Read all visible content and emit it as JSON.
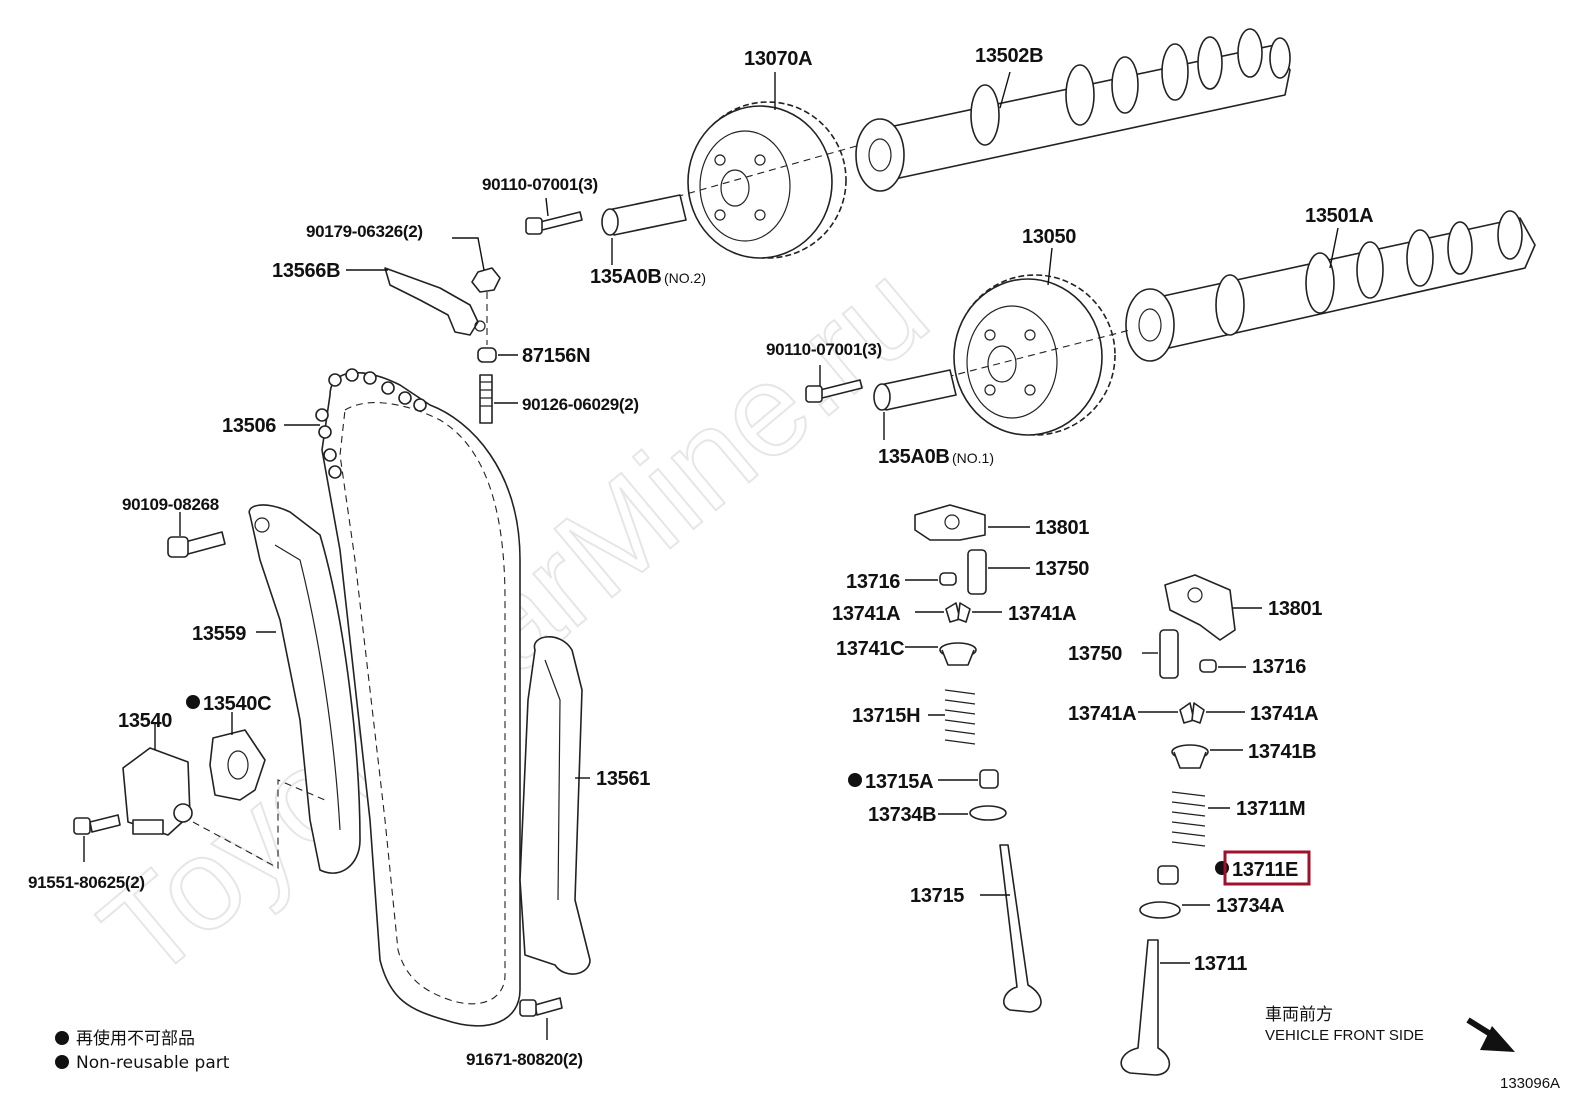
{
  "watermark": "ToyotaCarMine.ru",
  "diagram_code": "133096A",
  "legend": {
    "jp": "再使用不可部品",
    "en": "Non-reusable part"
  },
  "direction": {
    "jp": "車両前方",
    "en": "VEHICLE FRONT SIDE"
  },
  "highlight_color": "#a0102a",
  "labels": {
    "p13070A": "13070A",
    "p13502B": "13502B",
    "p90110a": "90110-07001(3)",
    "p90179": "90179-06326(2)",
    "p13566B": "13566B",
    "p135A0B2": "135A0B",
    "p135A0B2s": "(NO.2)",
    "p87156N": "87156N",
    "p90126": "90126-06029(2)",
    "p13506": "13506",
    "p13050": "13050",
    "p13501A": "13501A",
    "p90110b": "90110-07001(3)",
    "p135A0B1": "135A0B",
    "p135A0B1s": "(NO.1)",
    "p90109": "90109-08268",
    "p13559": "13559",
    "p13540C": "13540C",
    "p13540": "13540",
    "p91551": "91551-80625(2)",
    "p13561": "13561",
    "p91671": "91671-80820(2)",
    "p13801a": "13801",
    "p13750a": "13750",
    "p13716a": "13716",
    "p13741Aa": "13741A",
    "p13741Ab": "13741A",
    "p13741C": "13741C",
    "p13715H": "13715H",
    "p13715A": "13715A",
    "p13734B": "13734B",
    "p13715": "13715",
    "p13801b": "13801",
    "p13750b": "13750",
    "p13716b": "13716",
    "p13741Ac": "13741A",
    "p13741Ad": "13741A",
    "p13741B": "13741B",
    "p13711M": "13711M",
    "p13711E": "13711E",
    "p13734A": "13734A",
    "p13711": "13711"
  }
}
